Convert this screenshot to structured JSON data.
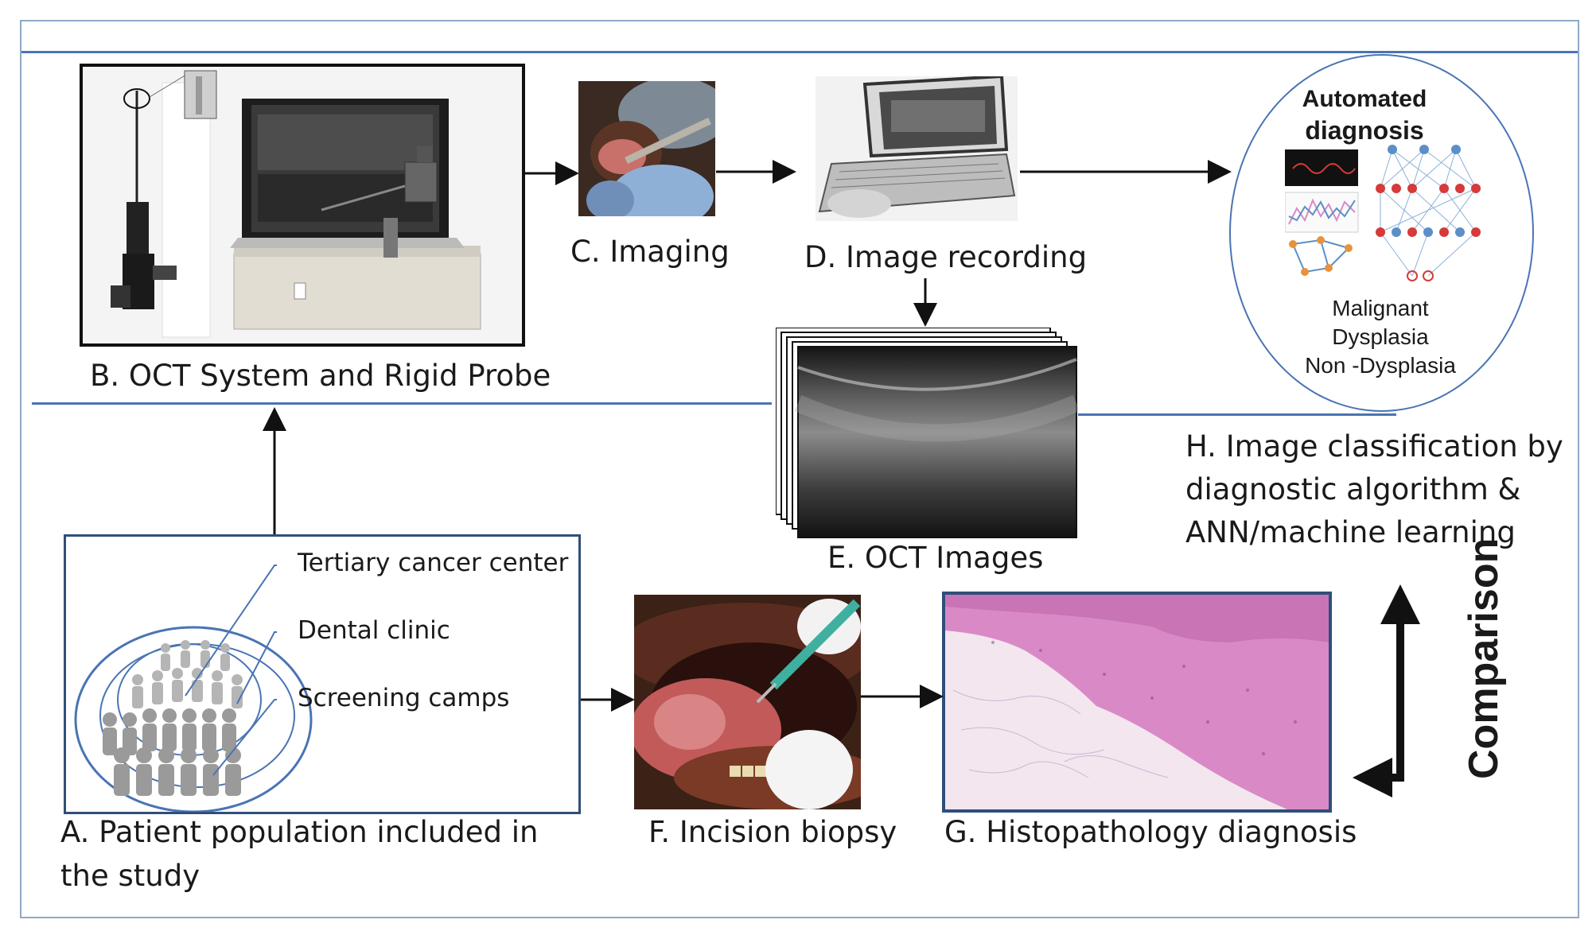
{
  "panels": {
    "b_label": "B. OCT System and Rigid Probe",
    "c_label": "C. Imaging",
    "d_label": "D. Image recording",
    "e_label": "E. OCT Images",
    "a_label_line1": "A. Patient population included in",
    "a_label_line2": "the study",
    "f_label": "F. Incision biopsy",
    "g_label": "G. Histopathology diagnosis",
    "h_label_line1": "H. Image classification by",
    "h_label_line2": "diagnostic algorithm &",
    "h_label_line3": "ANN/machine learning"
  },
  "population": {
    "tertiary": "Tertiary cancer center",
    "dental": "Dental clinic",
    "screening": "Screening camps"
  },
  "automated": {
    "title_line1": "Automated",
    "title_line2": "diagnosis",
    "class_1": "Malignant",
    "class_2": "Dysplasia",
    "class_3": "Non -Dysplasia"
  },
  "comparison": "Comparison",
  "colors": {
    "rule_blue": "#4a74b4",
    "panel_border": "#2f4f7a",
    "arrow": "#111111",
    "nn_red": "#d63a3a",
    "nn_blue": "#5b8fc7",
    "histo_pink": "#d98ac6"
  }
}
